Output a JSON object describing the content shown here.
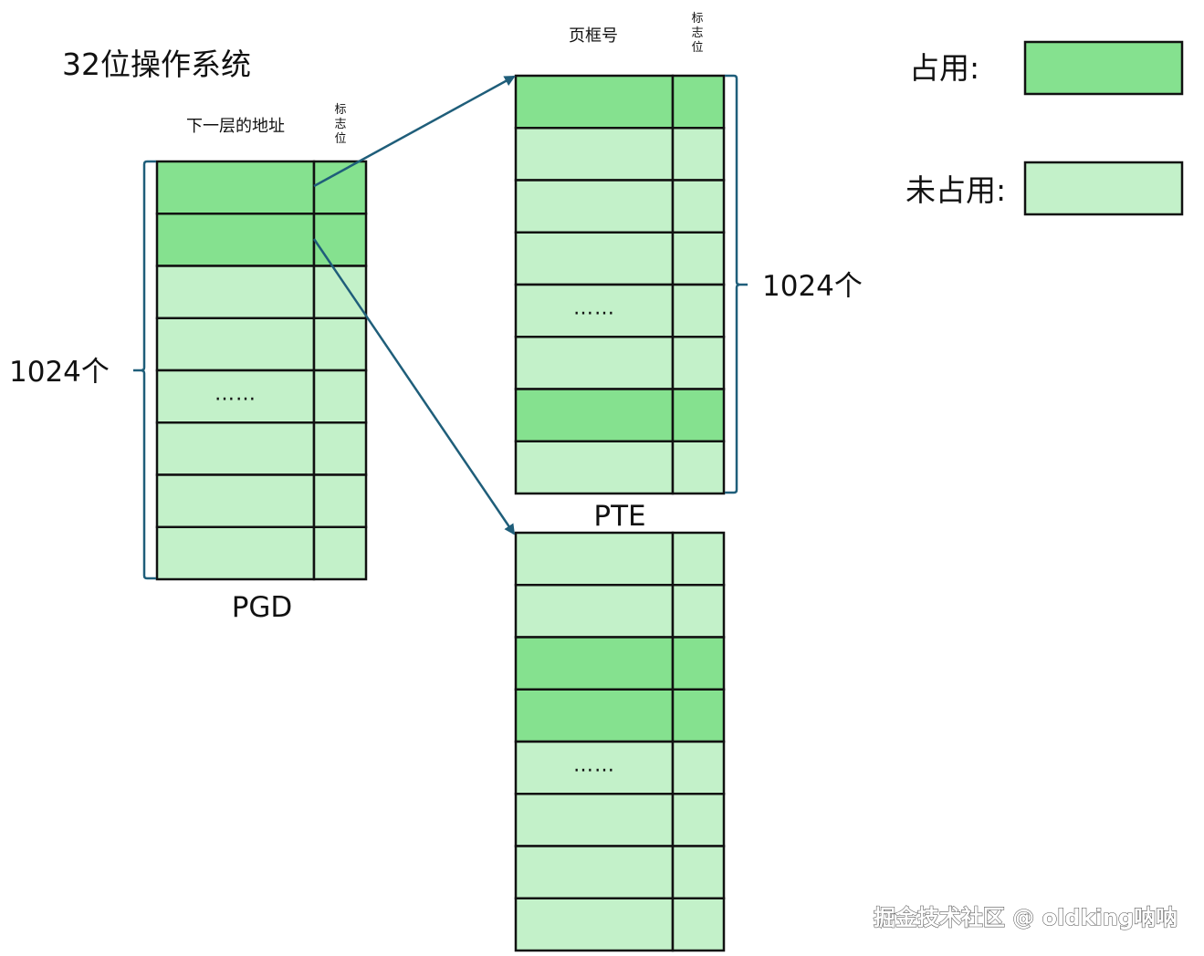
{
  "title": "32位操作系统",
  "colors": {
    "occupied": "#85e18f",
    "unoccupied": "#c3f1c9",
    "border": "#111111",
    "arrow": "#1f5e7a"
  },
  "legend": {
    "occupied_label": "占用:",
    "unoccupied_label": "未占用:"
  },
  "pgd": {
    "name": "PGD",
    "col_address_header": "下一层的地址",
    "col_flag_header": "标\n志\n位",
    "count_label": "1024个",
    "rows": [
      "occupied",
      "occupied",
      "unoccupied",
      "unoccupied",
      "dots",
      "unoccupied",
      "unoccupied",
      "unoccupied"
    ],
    "dots_text": "……"
  },
  "pte_top": {
    "name": "PTE",
    "col_address_header": "页框号",
    "col_flag_header": "标\n志\n位",
    "count_label": "1024个",
    "rows": [
      "occupied",
      "unoccupied",
      "unoccupied",
      "unoccupied",
      "dots",
      "unoccupied",
      "occupied",
      "unoccupied"
    ],
    "dots_text": "……"
  },
  "pte_bottom": {
    "rows": [
      "unoccupied",
      "unoccupied",
      "occupied",
      "occupied",
      "dots",
      "unoccupied",
      "unoccupied",
      "unoccupied"
    ],
    "dots_text": "……"
  },
  "watermark": "掘金技术社区 @ oldking呐呐"
}
